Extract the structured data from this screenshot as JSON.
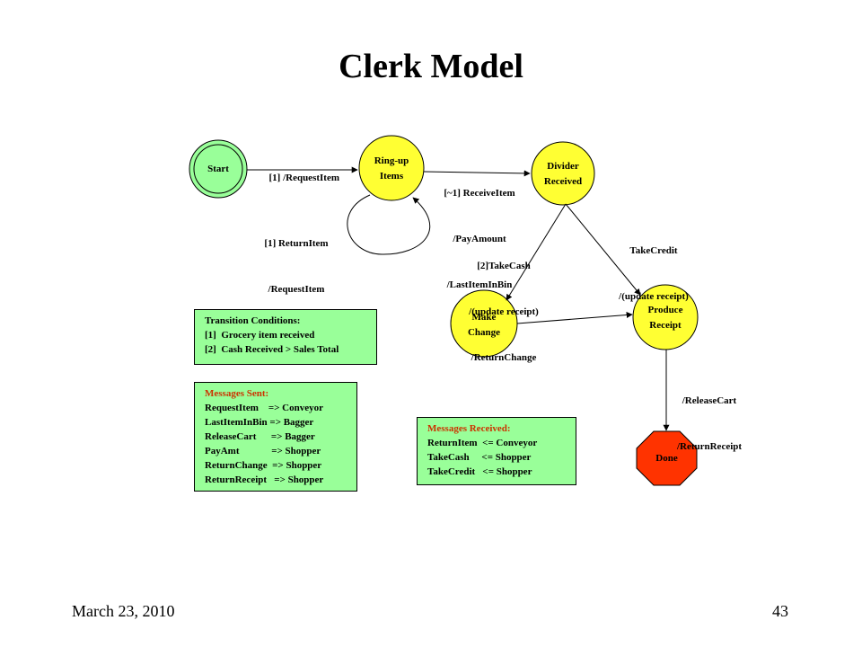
{
  "title": "Clerk Model",
  "nodes": {
    "start": "Start",
    "ring_up": [
      "Ring-up",
      "Items"
    ],
    "divider": [
      "Divider",
      "Received"
    ],
    "make_change": [
      "Make",
      "Change"
    ],
    "produce_receipt": [
      "Produce",
      "Receipt"
    ],
    "done": "Done"
  },
  "transitions": {
    "start_to_ringup": "[1] /RequestItem",
    "ringup_loop": [
      "[1] ReturnItem",
      "/RequestItem"
    ],
    "ringup_to_divider": [
      "[~1] ReceiveItem",
      "/PayAmount",
      "/LastItemInBin"
    ],
    "divider_to_makechange": [
      "[2]TakeCash",
      "/(update receipt)",
      "/ReturnChange"
    ],
    "divider_to_receipt": [
      "TakeCredit",
      "/(update receipt)"
    ],
    "receipt_to_done": [
      "/ReleaseCart",
      "/ReturnReceipt"
    ]
  },
  "conditions_box": {
    "heading": "Transition Conditions:",
    "rows": [
      "[1]  Grocery item received",
      "[2]  Cash Received > Sales Total"
    ]
  },
  "messages_sent": {
    "heading": "Messages Sent:",
    "rows": [
      "RequestItem    => Conveyor",
      "LastItemInBin => Bagger",
      "ReleaseCart      => Bagger",
      "PayAmt             => Shopper",
      "ReturnChange  => Shopper",
      "ReturnReceipt   => Shopper"
    ]
  },
  "messages_received": {
    "heading": "Messages Received:",
    "rows": [
      "ReturnItem  <= Conveyor",
      "TakeCash     <= Shopper",
      "TakeCredit   <= Shopper"
    ]
  },
  "footer": {
    "date": "March 23, 2010",
    "page": "43"
  },
  "colors": {
    "start_fill": "#99ff99",
    "state_fill": "#ffff33",
    "done_fill": "#ff3300",
    "box_fill": "#99ff99",
    "heading_red": "#cc3300"
  }
}
